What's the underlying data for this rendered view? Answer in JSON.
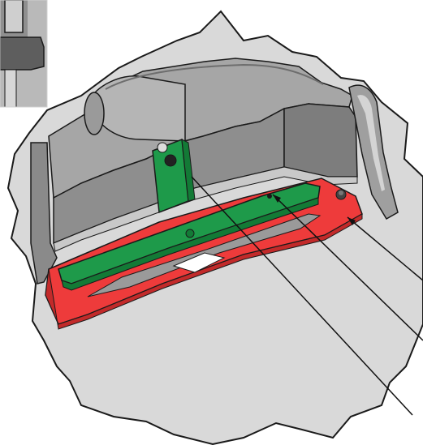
{
  "figure": {
    "colors": {
      "background": "#ffffff",
      "cutaway_floor": "#d9d9d9",
      "housing_dark": "#8a8a8a",
      "housing_mid": "#a6a6a6",
      "housing_light": "#c4c4c4",
      "housing_shadow": "#6e6e6e",
      "outline": "#1a1a1a",
      "green_component": "#1e9a4a",
      "green_component_dark": "#137a36",
      "green_component_light": "#2fb25c",
      "red_plate": "#ee3b3b",
      "red_plate_dark": "#c22a2a",
      "blade_gray": "#9a9a9a",
      "leader_line": "#111111"
    },
    "parts": [
      {
        "id": "housing-corner",
        "icon": "housing-corner-inset"
      },
      {
        "id": "cutaway-surround",
        "icon": "cutaway-outline"
      },
      {
        "id": "housing-wall",
        "icon": "molded-housing"
      },
      {
        "id": "side-post",
        "icon": "curved-post"
      },
      {
        "id": "mounting-plate",
        "icon": "red-plate"
      },
      {
        "id": "green-bracket",
        "icon": "green-bracket"
      },
      {
        "id": "blade-slot",
        "icon": "gray-slot"
      },
      {
        "id": "fastener-pins",
        "icon": "pin"
      }
    ],
    "callouts": [
      {
        "id": "callout-1",
        "target": "green-bracket",
        "label": ""
      },
      {
        "id": "callout-2",
        "target": "red-plate",
        "label": ""
      },
      {
        "id": "callout-3",
        "target": "red-plate-right",
        "label": ""
      }
    ]
  }
}
